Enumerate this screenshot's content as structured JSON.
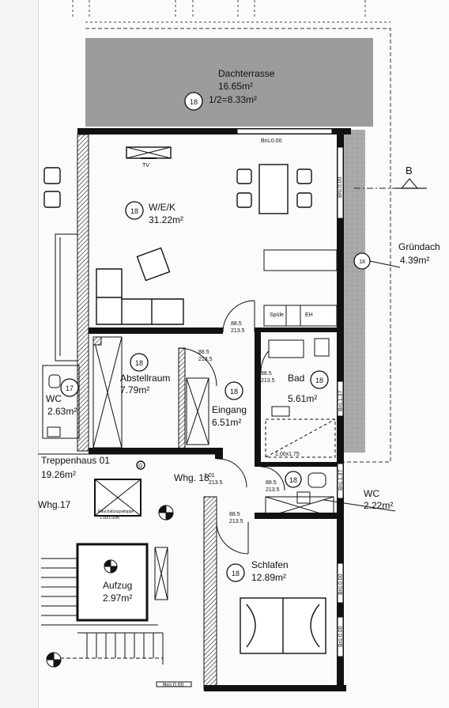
{
  "rooms": {
    "dachterrasse": {
      "name": "Dachterrasse",
      "area": "16.65m²",
      "half": "1/2=8.33m²",
      "num": "18"
    },
    "wek": {
      "name": "W/E/K",
      "area": "31.22m²",
      "num": "18"
    },
    "abstellraum": {
      "name": "Abstellraum",
      "area": "7.79m²",
      "num": "18"
    },
    "eingang": {
      "name": "Eingang",
      "area": "6.51m²",
      "num": "18"
    },
    "bad": {
      "name": "Bad",
      "area": "5.61m²",
      "num": "18"
    },
    "gruendach": {
      "name": "Gründach",
      "area": "4.39m²",
      "num": "18"
    },
    "wc18": {
      "name": "WC",
      "area": "2.22m²",
      "num": "18"
    },
    "schlafen": {
      "name": "Schlafen",
      "area": "12.89m²",
      "num": "18"
    },
    "treppenhaus": {
      "name": "Treppenhaus 01",
      "area": "19.26m²"
    },
    "aufzug": {
      "name": "Aufzug",
      "area": "2.97m²"
    },
    "wc17": {
      "name": "WC",
      "area": "2.63m²",
      "num": "17"
    }
  },
  "labels": {
    "whg18": "Whg. 18",
    "whg17": "Whg.17",
    "tv": "TV",
    "spuele": "Spüle",
    "eh": "EH",
    "section": "B",
    "shower": "1.00x1.75",
    "hatch": "Rauchabzugsklappe",
    "hatch_size": "1.00/1.00m",
    "g": "G"
  },
  "dims": {
    "door_top": "88.5",
    "door_bottom": "213.5",
    "brh": "Brü.0.00",
    "brh2": "Brü.1.37",
    "brh3": "Brü.1.37",
    "whg_door": "1.01",
    "whg_door2": "213.5"
  }
}
